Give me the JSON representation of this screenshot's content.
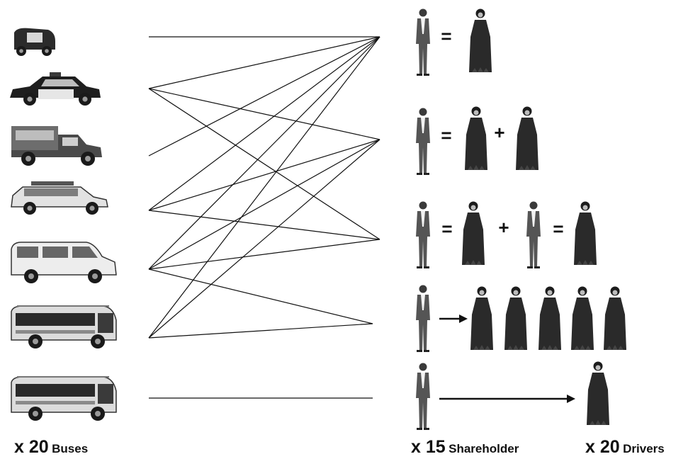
{
  "captions": {
    "buses": {
      "multiplier": "x 20",
      "label": "Buses"
    },
    "shareholders": {
      "multiplier": "x 15",
      "label": "Shareholder"
    },
    "drivers": {
      "multiplier": "x 20",
      "label": "Drivers"
    }
  },
  "vehicles": [
    "tuk-tuk",
    "taxi",
    "pickup-truck",
    "station-wagon",
    "minivan",
    "minibus",
    "minibus"
  ],
  "ownership_rows": [
    {
      "shareholders": 1,
      "operators": [
        "=",
        "driver"
      ]
    },
    {
      "shareholders": 1,
      "operators": [
        "=",
        "driver",
        "+",
        "driver"
      ]
    },
    {
      "shareholders": 2,
      "operators": [
        "=",
        "driver",
        "+",
        "shareholder",
        "=",
        "driver"
      ]
    },
    {
      "shareholders": 1,
      "operators": [
        "arrow",
        "driver",
        "driver",
        "driver",
        "driver",
        "driver"
      ]
    },
    {
      "shareholders": 1,
      "operators": [
        "long-arrow",
        "driver"
      ]
    }
  ],
  "connections": [
    [
      0,
      0
    ],
    [
      1,
      0
    ],
    [
      1,
      1
    ],
    [
      1,
      2
    ],
    [
      2,
      0
    ],
    [
      3,
      0
    ],
    [
      3,
      1
    ],
    [
      3,
      2
    ],
    [
      4,
      0
    ],
    [
      4,
      1
    ],
    [
      4,
      2
    ],
    [
      4,
      3
    ],
    [
      5,
      0
    ],
    [
      5,
      1
    ],
    [
      5,
      3
    ],
    [
      6,
      4
    ]
  ],
  "symbols": {
    "equals": "=",
    "plus": "+"
  }
}
